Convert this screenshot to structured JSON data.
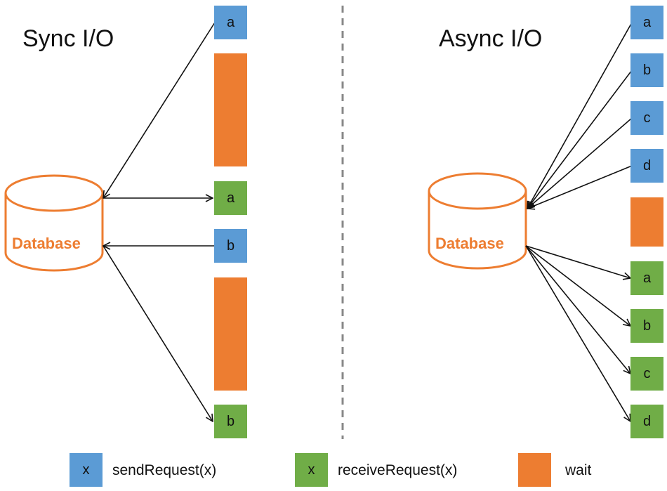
{
  "sync": {
    "title": "Sync I/O",
    "database_label": "Database",
    "boxes": [
      "a",
      "a",
      "b",
      "b"
    ]
  },
  "async": {
    "title": "Async I/O",
    "database_label": "Database",
    "send_boxes": [
      "a",
      "b",
      "c",
      "d"
    ],
    "receive_boxes": [
      "a",
      "b",
      "c",
      "d"
    ]
  },
  "legend": {
    "send_symbol": "x",
    "send_label": "sendRequest(x)",
    "receive_symbol": "x",
    "receive_label": "receiveRequest(x)",
    "wait_label": "wait"
  },
  "colors": {
    "send": "#5b9bd5",
    "receive": "#70ad47",
    "wait": "#ed7d31",
    "database": "#ed7d31",
    "divider": "#888888"
  }
}
